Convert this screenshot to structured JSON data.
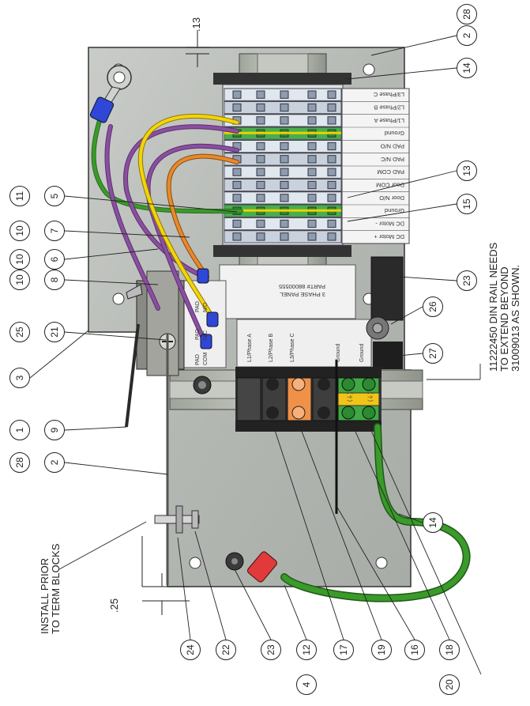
{
  "notes": {
    "install_prior": [
      "INSTALL PRIOR",
      "TO TERM BLOCKS"
    ],
    "din_rail": [
      "11222450 DIN RAIL NEEDS",
      "TO EXTEND BEYOND",
      "31009013 AS SHOWN."
    ],
    "dim_top": ".13",
    "dim_bottom": ".25"
  },
  "terminal_labels": [
    "L3/Phase C",
    "L2/Phase B",
    "L1/Phase A",
    "Ground",
    "PAD N/O",
    "PAD N/C",
    "PAD COM",
    "Door COM",
    "Door N/O",
    "Ground",
    "DC Motor -",
    "DC Motor +"
  ],
  "panel_label": [
    "PART# 88000555",
    "3 PHASE PANEL"
  ],
  "switch_labels": [
    "PAD N/O",
    "PAD N/C",
    "PAD COM"
  ],
  "lower_block_labels": [
    "L1/Phase A",
    "L2/Phase B",
    "L3/Phase C",
    "Ground",
    "Ground"
  ],
  "ground_symbol": "(⏚)",
  "callouts": {
    "top": [
      "28",
      "2",
      "14",
      "13",
      "15",
      "23",
      "26",
      "27",
      "14"
    ],
    "left_pairs": [
      [
        "11",
        "5"
      ],
      [
        "10",
        "7"
      ],
      [
        "10",
        "6"
      ],
      [
        "10",
        "8"
      ],
      [
        "25",
        "21"
      ],
      [
        "3",
        ""
      ],
      [
        "1",
        "9"
      ],
      [
        "28",
        "2"
      ]
    ],
    "bottom": [
      "24",
      "22",
      "23",
      "12",
      "4",
      "17",
      "19",
      "16",
      "18",
      "20"
    ]
  },
  "colors": {
    "wire_yellow": "#f4d40a",
    "wire_purple": "#8a4fa0",
    "wire_orange": "#e88a2a",
    "wire_green": "#3a9a2a",
    "terminal_orange": "#f0914a",
    "terminal_green": "#3fa844",
    "plate": "#bcc0bb"
  }
}
